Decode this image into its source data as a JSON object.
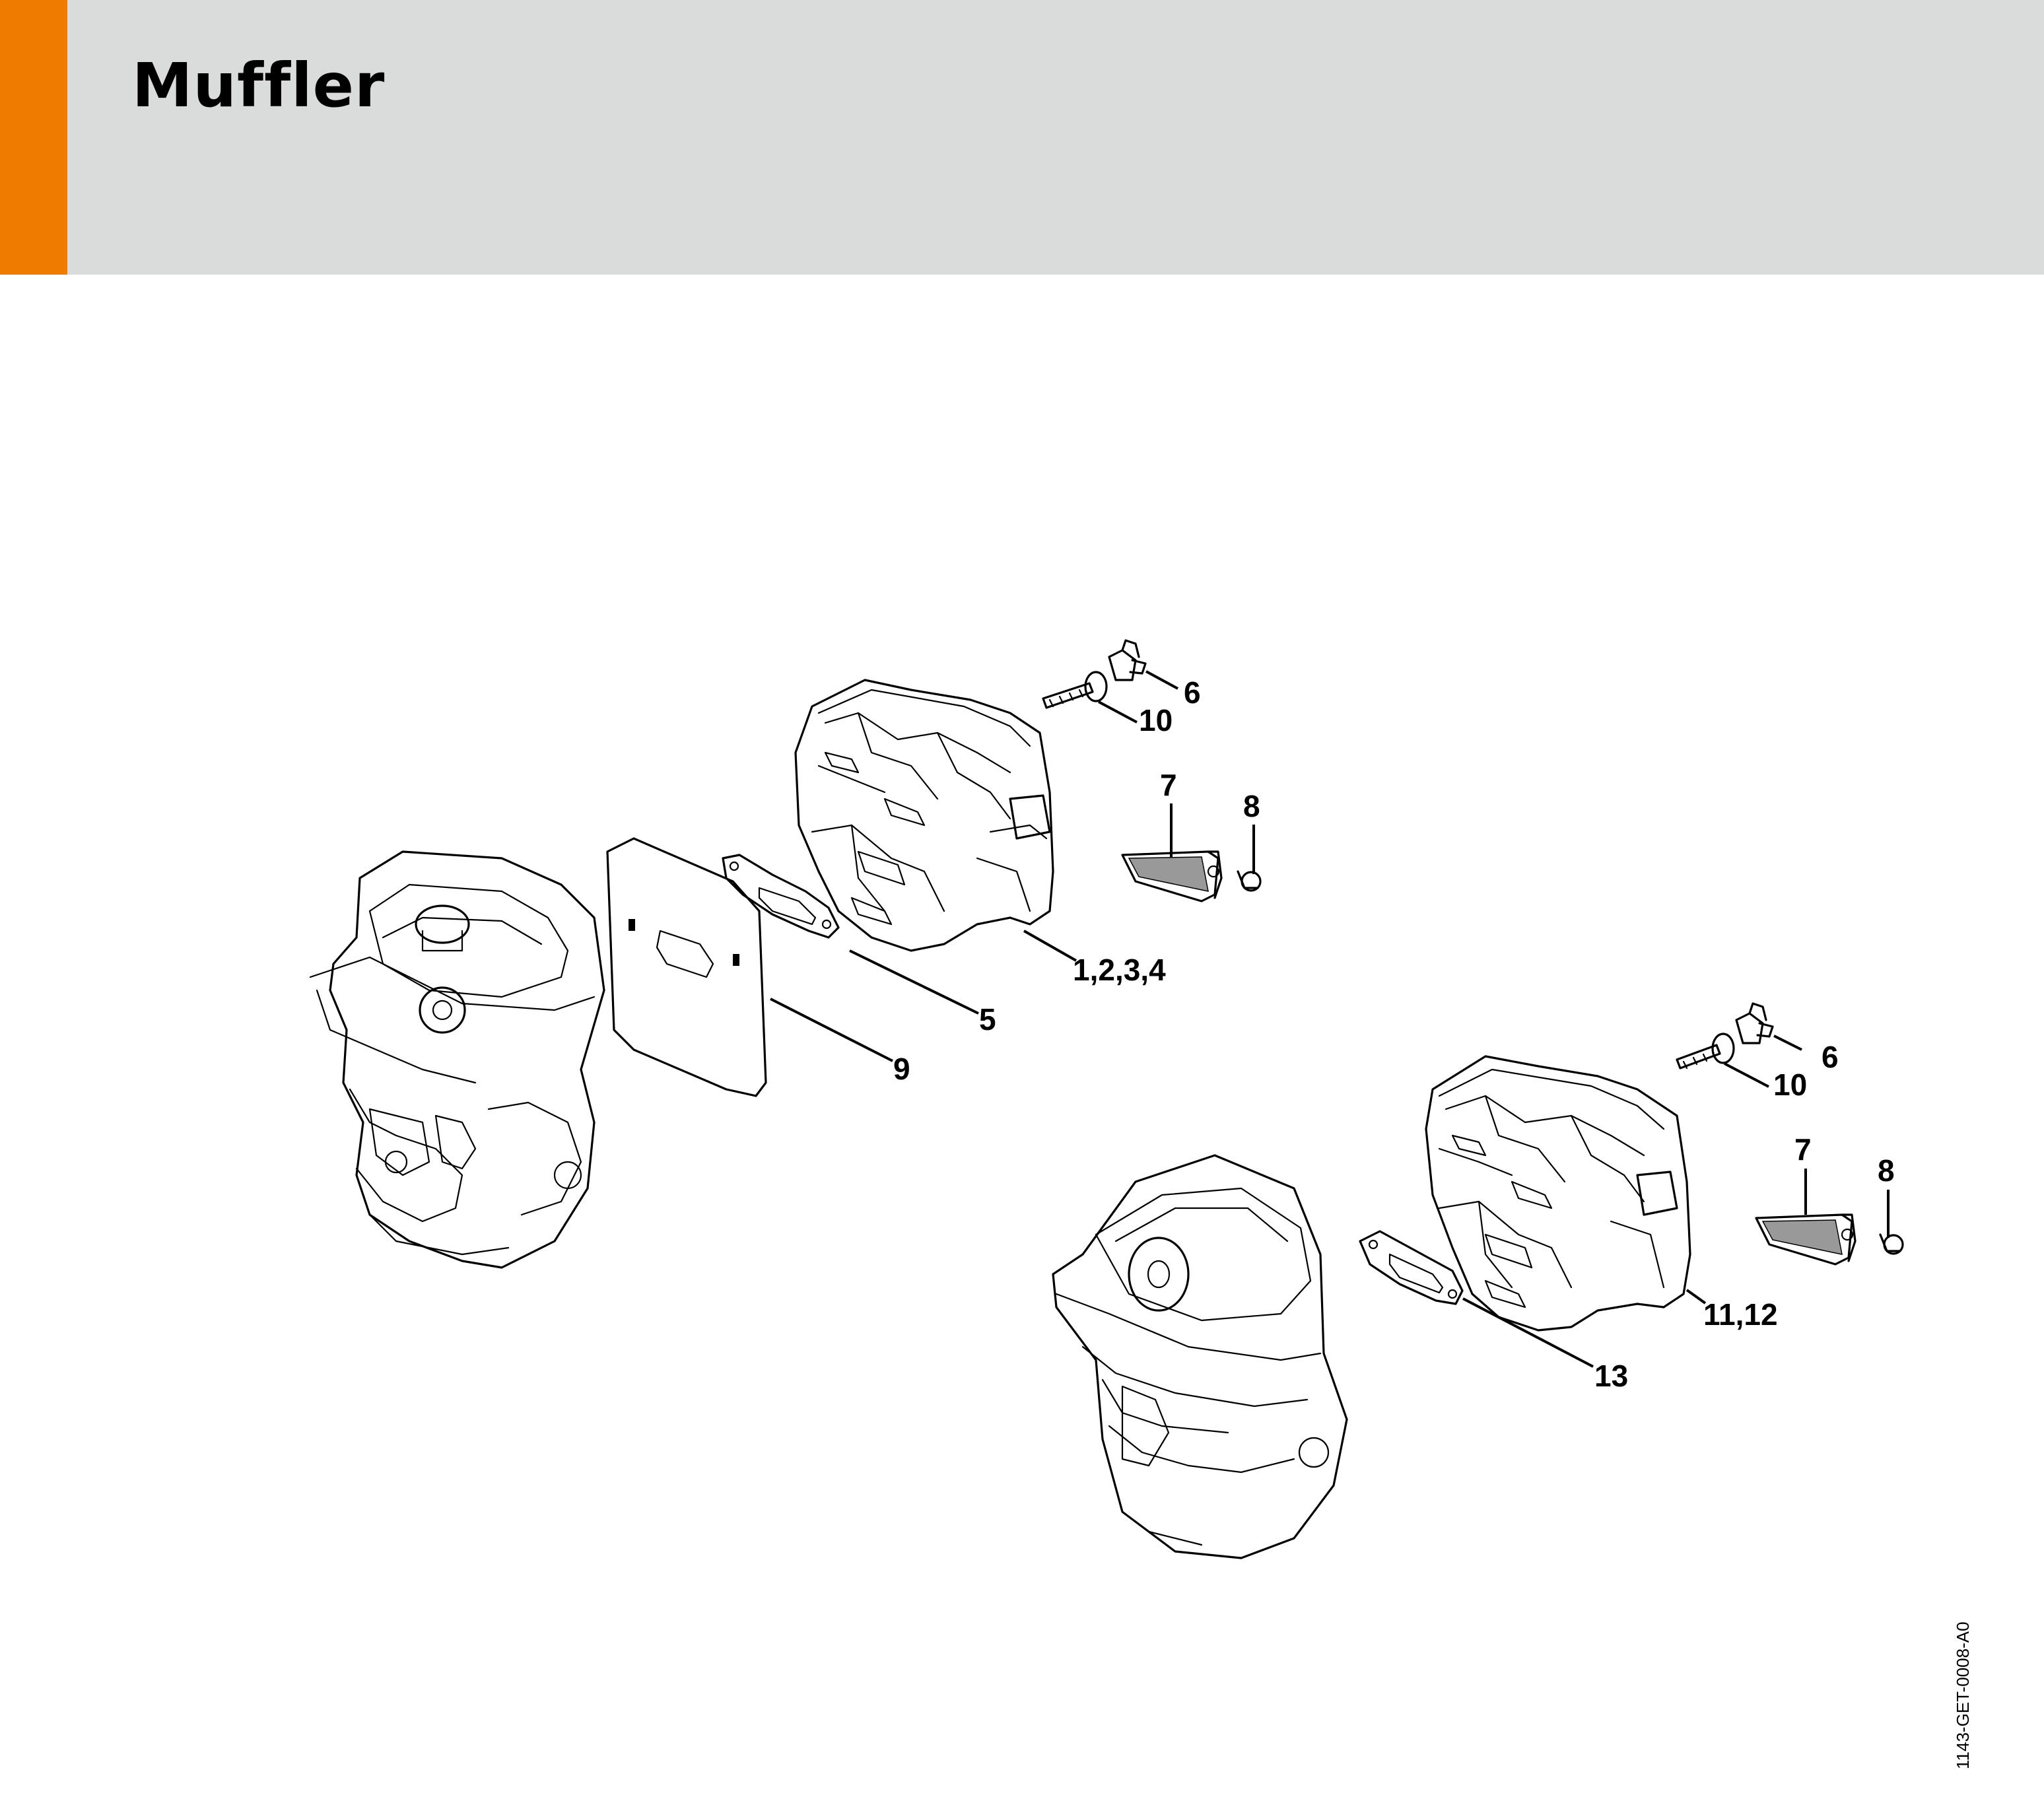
{
  "page": {
    "title": "Muffler",
    "accent_color": "#ef7c00",
    "header_color": "#dadcdb"
  },
  "document_id": "1143-GET-0008-A0",
  "callouts": {
    "top_6": "6",
    "top_10": "10",
    "top_7": "7",
    "top_8": "8",
    "top_1_2_3_4": "1,2,3,4",
    "top_5": "5",
    "top_9": "9",
    "bottom_6": "6",
    "bottom_10": "10",
    "bottom_7": "7",
    "bottom_8": "8",
    "bottom_11_12": "11,12",
    "bottom_13": "13"
  }
}
